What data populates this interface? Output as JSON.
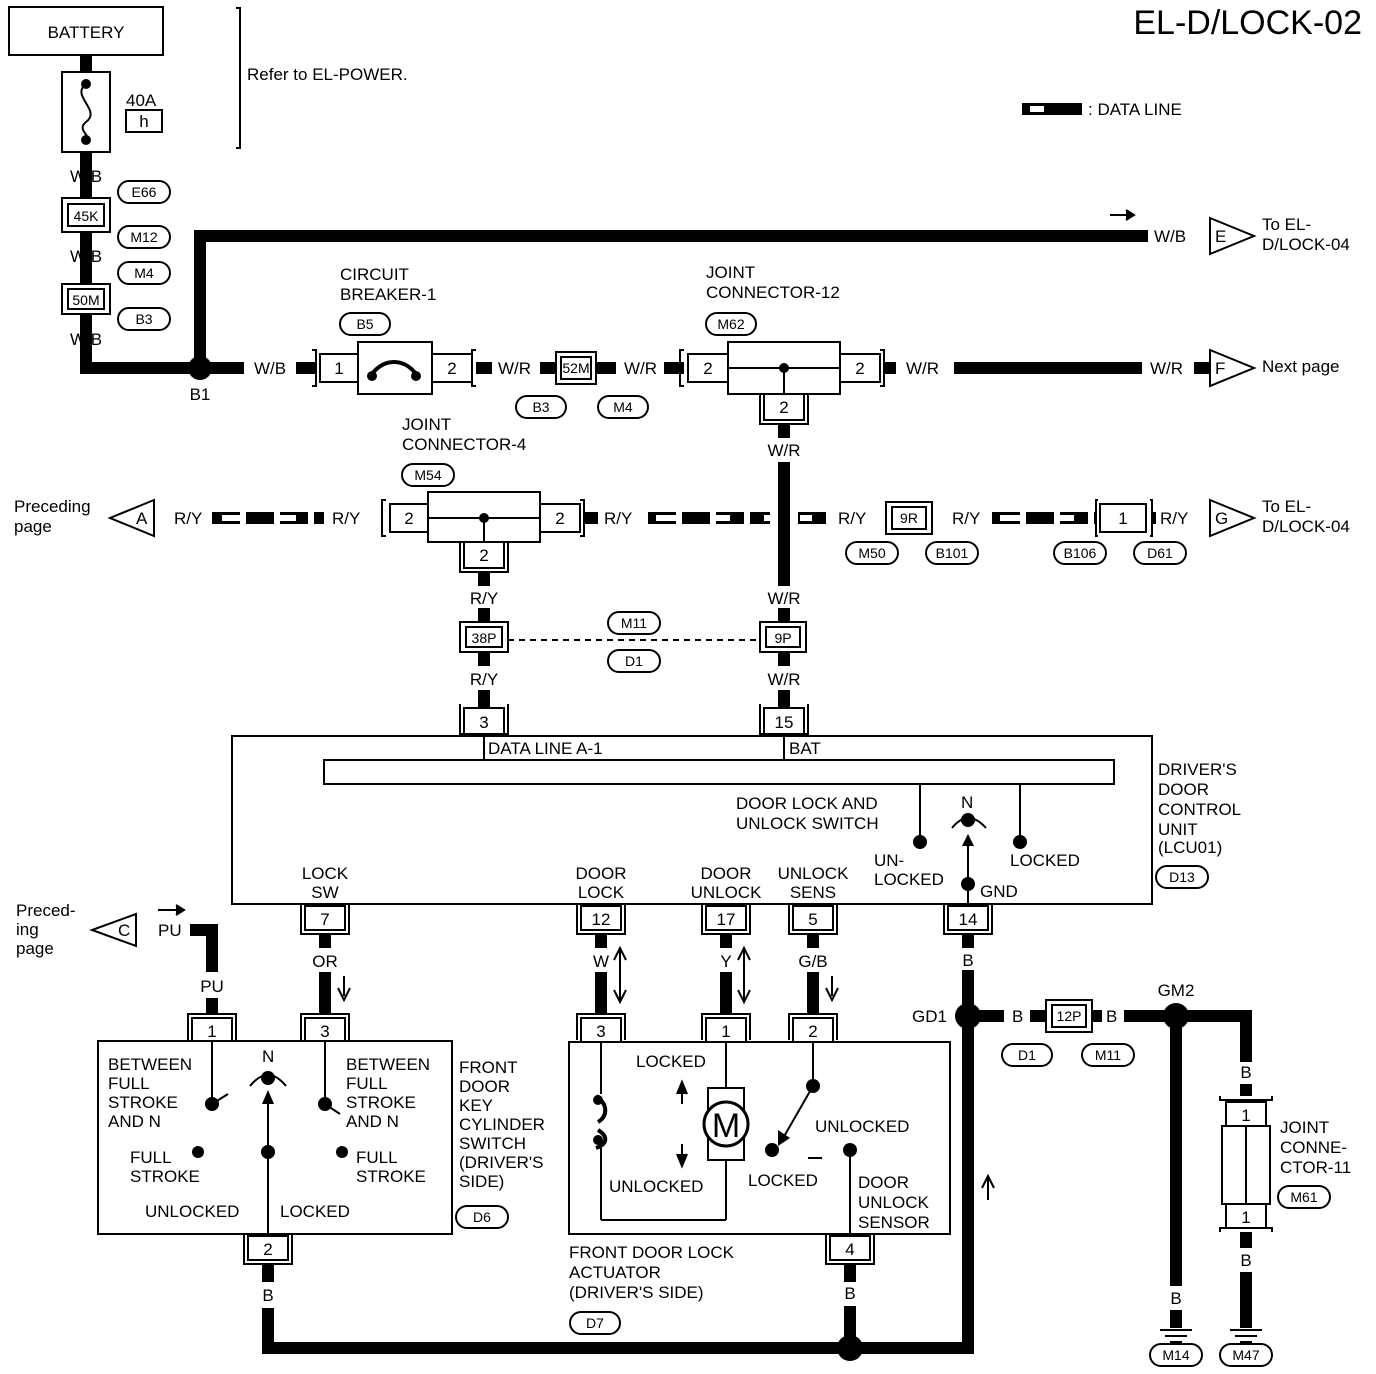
{
  "title": "EL-D/LOCK-02",
  "legend": {
    "data_line": ": DATA LINE"
  },
  "power": {
    "battery": "BATTERY",
    "refer": "Refer to EL-POWER.",
    "fuse_rating": "40A",
    "fuse_id": "h"
  },
  "wires": {
    "wb": "W/B",
    "wr": "W/R",
    "ry": "R/Y",
    "pu": "PU",
    "or": "OR",
    "w": "W",
    "y": "Y",
    "gb": "G/B",
    "b": "B"
  },
  "connectors": {
    "c45k": "45K",
    "c50m": "50M",
    "c52m": "52M",
    "c9r": "9R",
    "c38p": "38P",
    "c9p": "9P",
    "c12p": "12P"
  },
  "codes": {
    "e66": "E66",
    "m12": "M12",
    "m4": "M4",
    "b3": "B3",
    "b5": "B5",
    "m62": "M62",
    "m54": "M54",
    "m50": "M50",
    "b101": "B101",
    "b106": "B106",
    "d61": "D61",
    "m11": "M11",
    "d1": "D1",
    "d13": "D13",
    "d6": "D6",
    "d7": "D7",
    "m61": "M61",
    "m14": "M14",
    "m47": "M47"
  },
  "pins": {
    "p1": "1",
    "p2": "2",
    "p3": "3",
    "p4": "4",
    "p5": "5",
    "p7": "7",
    "p12": "12",
    "p14": "14",
    "p15": "15",
    "p17": "17"
  },
  "splices": {
    "b1": "B1",
    "gd1": "GD1",
    "gm2": "GM2"
  },
  "breaker": {
    "title1": "CIRCUIT",
    "title2": "BREAKER-1"
  },
  "jc12": {
    "title1": "JOINT",
    "title2": "CONNECTOR-12"
  },
  "jc4": {
    "title1": "JOINT",
    "title2": "CONNECTOR-4"
  },
  "jc11": {
    "t1": "JOINT",
    "t2": "CONNE-",
    "t3": "CTOR-11"
  },
  "refs": {
    "a": {
      "letter": "A",
      "text1": "Preceding",
      "text2": "page"
    },
    "c": {
      "letter": "C",
      "text1": "Preced-",
      "text2": "ing",
      "text3": "page"
    },
    "e": {
      "letter": "E",
      "text1": "To EL-",
      "text2": "D/LOCK-04"
    },
    "f": {
      "letter": "F",
      "text1": "Next page"
    },
    "g": {
      "letter": "G",
      "text1": "To EL-",
      "text2": "D/LOCK-04"
    }
  },
  "control_unit": {
    "data_line": "DATA LINE A-1",
    "bat": "BAT",
    "name1": "DRIVER'S",
    "name2": "DOOR",
    "name3": "CONTROL",
    "name4": "UNIT",
    "name5": "(LCU01)",
    "sw1": "DOOR LOCK AND",
    "sw2": "UNLOCK SWITCH",
    "n": "N",
    "un1": "UN-",
    "un2": "LOCKED",
    "locked": "LOCKED",
    "gnd": "GND",
    "pin7_l1": "LOCK",
    "pin7_l2": "SW",
    "pin12_l1": "DOOR",
    "pin12_l2": "LOCK",
    "pin17_l1": "DOOR",
    "pin17_l2": "UNLOCK",
    "pin5_l1": "UNLOCK",
    "pin5_l2": "SENS"
  },
  "key_switch": {
    "n": "N",
    "left1": "BETWEEN",
    "left2": "FULL",
    "left3": "STROKE",
    "left4": "AND N",
    "right1": "BETWEEN",
    "right2": "FULL",
    "right3": "STROKE",
    "right4": "AND N",
    "full": "FULL",
    "stroke": "STROKE",
    "unlocked": "UNLOCKED",
    "locked": "LOCKED",
    "title1": "FRONT",
    "title2": "DOOR",
    "title3": "KEY",
    "title4": "CYLINDER",
    "title5": "SWITCH",
    "title6": "(DRIVER'S",
    "title7": "SIDE)"
  },
  "actuator": {
    "motor": "M",
    "locked": "LOCKED",
    "unlocked": "UNLOCKED",
    "sens_unlocked": "UNLOCKED",
    "sens_locked": "LOCKED",
    "sensor1": "DOOR",
    "sensor2": "UNLOCK",
    "sensor3": "SENSOR",
    "title1": "FRONT DOOR LOCK",
    "title2": "ACTUATOR",
    "title3": "(DRIVER'S SIDE)"
  }
}
